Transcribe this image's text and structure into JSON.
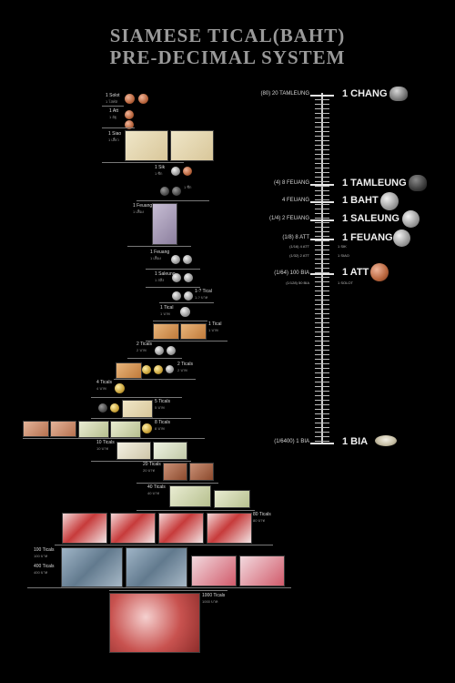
{
  "title": {
    "line1": "SIAMESE TICAL(BAHT)",
    "line2": "PRE-DECIMAL SYSTEM"
  },
  "scale": {
    "entries": [
      {
        "left": "(80)  20 TAMLEUNG",
        "right": "1 CHANG",
        "icon": "bullet"
      },
      {
        "left": "(4)  8 FEUANG",
        "right": "1 TAMLEUNG",
        "icon": "dark-bullet"
      },
      {
        "left": "4 FEUANG",
        "right": "1 BAHT",
        "icon": "silver-coin"
      },
      {
        "left": "(1/4)  2 FEUANG",
        "right": "1 SALEUNG",
        "icon": "silver-coin"
      },
      {
        "left": "(1/8)  8 ATT",
        "right": "1 FEUANG",
        "icon": "silver-coin"
      },
      {
        "left": "(1/16)  4 ATT",
        "right": "1 SIK",
        "icon": ""
      },
      {
        "left": "(1/32)  2 ATT",
        "right": "1 SIAO",
        "icon": ""
      },
      {
        "left": "(1/64)  100 BIA",
        "right": "1 ATT",
        "icon": "copper-coin"
      },
      {
        "left": "(1/128)  50 BIA",
        "right": "1 SOLOT",
        "icon": ""
      },
      {
        "left": "(1/6400)  1 BIA",
        "right": "1 BIA",
        "icon": "shell"
      }
    ]
  },
  "denominations": [
    {
      "label": "1 Solot",
      "sub": "1 โสฬส"
    },
    {
      "label": "1 Att",
      "sub": "1 อัฐ"
    },
    {
      "label": "1 Siao",
      "sub": "1 เสี้ยว"
    },
    {
      "label": "1 Sik",
      "sub": "1 ซีก"
    },
    {
      "label": "1 Feuang",
      "sub": "1 เฟื้อง"
    },
    {
      "label": "1 Saleung",
      "sub": "1 สลึง"
    },
    {
      "label": "1-? Tical",
      "sub": "1-? บาท"
    },
    {
      "label": "1 Tical",
      "sub": "1 บาท"
    },
    {
      "label": "2 Ticals",
      "sub": "2 บาท"
    },
    {
      "label": "4 Ticals",
      "sub": "4 บาท"
    },
    {
      "label": "5 Ticals",
      "sub": "5 บาท"
    },
    {
      "label": "8 Ticals",
      "sub": "8 บาท"
    },
    {
      "label": "10 Ticals",
      "sub": "10 บาท"
    },
    {
      "label": "20 Ticals",
      "sub": "20 บาท"
    },
    {
      "label": "40 Ticals",
      "sub": "40 บาท"
    },
    {
      "label": "80 Ticals",
      "sub": "80 บาท"
    },
    {
      "label": "100 Ticals",
      "sub": "100 บาท"
    },
    {
      "label": "400 Ticals",
      "sub": "400 บาท"
    },
    {
      "label": "1000 Ticals",
      "sub": "1000 บาท"
    }
  ]
}
